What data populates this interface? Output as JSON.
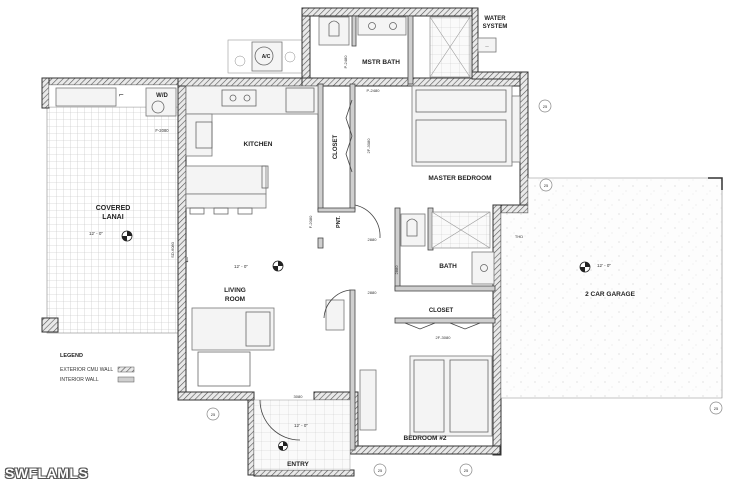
{
  "rooms": {
    "water_system": [
      "WATER",
      "SYSTEM"
    ],
    "mstr_bath": "MSTR BATH",
    "kitchen": "KITCHEN",
    "closet_vertical": "CLOSET",
    "master_bedroom": "MASTER BEDROOM",
    "covered_lanai": [
      "COVERED",
      "LANAI"
    ],
    "pnt": "PNT.",
    "bath": "BATH",
    "living_room": [
      "LIVING",
      "ROOM"
    ],
    "closet_horizontal": "CLOSET",
    "two_car_garage": "2 CAR GARAGE",
    "bedroom2": "BEDROOM #2",
    "entry": "ENTRY"
  },
  "fixtures": {
    "wd": "W/D",
    "ac": "A/C"
  },
  "notes": {
    "p2480_top": "P-2480",
    "p2480_mid": "P-2480",
    "f2080": "F-2080",
    "closet_2f": "2F-3080",
    "pnt_f2080": "F-2080",
    "d2880_a": "2880",
    "d2880_b": "2880",
    "d2880_c": "2880",
    "sd6080": "SD-6080",
    "closet2_2f": "2F-3080",
    "d3080": "3080",
    "thd": "THD"
  },
  "ceilings": {
    "lanai": "12' - 0\"",
    "living": "12' - 0\"",
    "garage": "12' - 0\"",
    "entry": "12' - 0\""
  },
  "tags": [
    "25",
    "25",
    "25",
    "25",
    "25",
    "25"
  ],
  "legend": {
    "title": "LEGEND",
    "exterior": "EXTERIOR CMU WALL",
    "interior": "INTERIOR WALL"
  },
  "watermark": "SWFLAMLS"
}
